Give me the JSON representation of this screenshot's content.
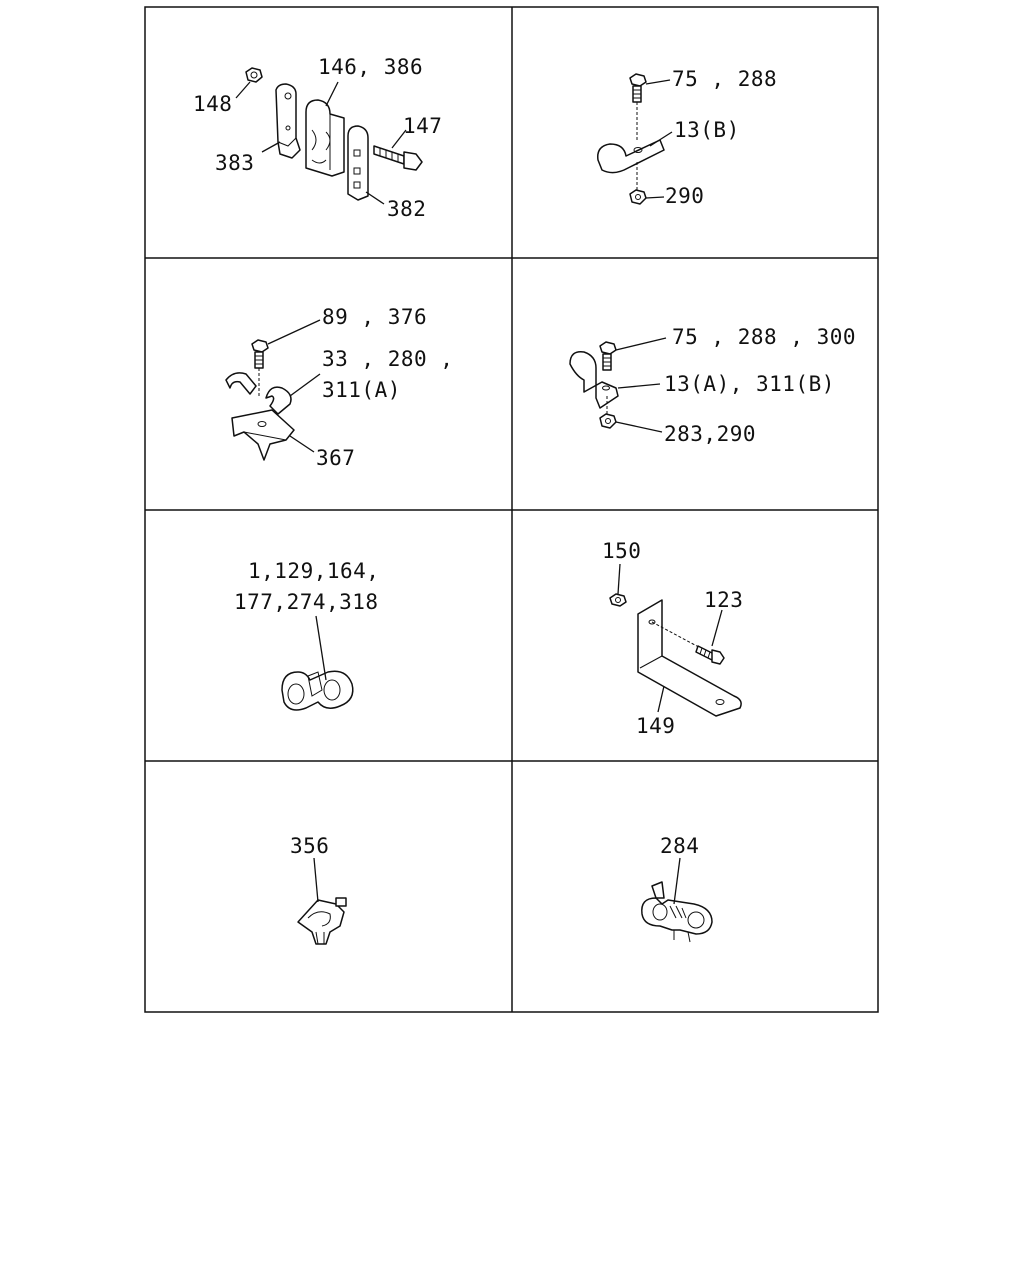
{
  "cells": [
    {
      "labels": [
        "146, 386",
        "148",
        "147",
        "383",
        "382"
      ]
    },
    {
      "labels": [
        "75 , 288",
        "13(B)",
        "290"
      ]
    },
    {
      "labels": [
        "89 , 376",
        "33 , 280 ,",
        "311(A)",
        "367"
      ]
    },
    {
      "labels": [
        "75 , 288 , 300",
        "13(A), 311(B)",
        "283,290"
      ]
    },
    {
      "labels": [
        "1,129,164,",
        "177,274,318"
      ]
    },
    {
      "labels": [
        "150",
        "123",
        "149"
      ]
    },
    {
      "labels": [
        "356"
      ]
    },
    {
      "labels": [
        "284"
      ]
    }
  ]
}
